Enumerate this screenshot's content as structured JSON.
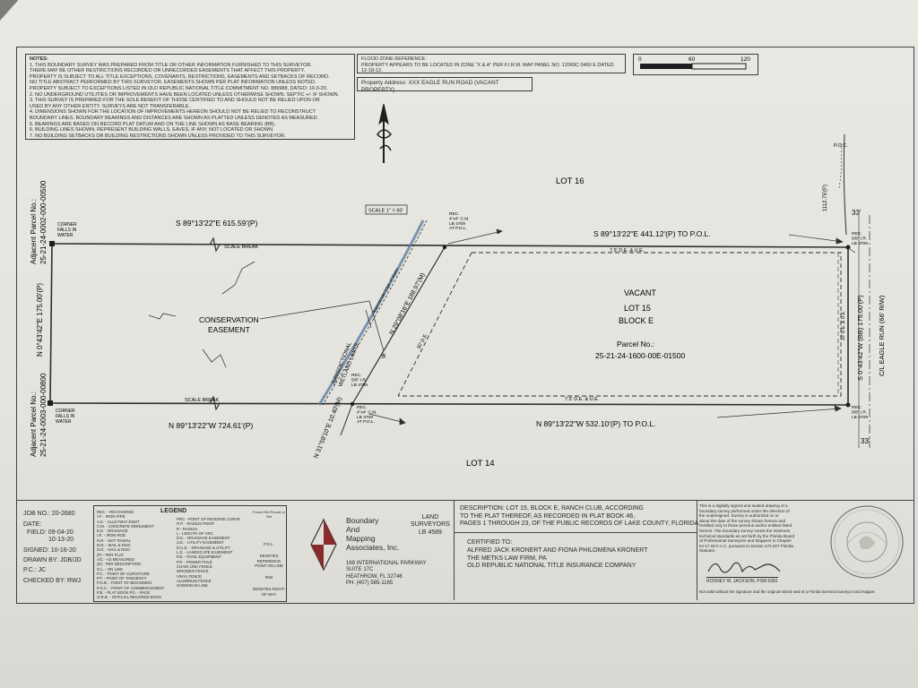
{
  "notes": {
    "heading": "NOTES:",
    "lines": [
      "1. THIS BOUNDARY SURVEY WAS PREPARED FROM TITLE OR OTHER INFORMATION FURNISHED TO THIS SURVEYOR.",
      "THERE MAY BE OTHER RESTRICTIONS RECORDED OR UNRECORDED EASEMENTS THAT AFFECT THIS PROPERTY.",
      "PROPERTY IS SUBJECT TO ALL TITLE EXCEPTIONS, COVENANTS, RESTRICTIONS, EASEMENTS AND SETBACKS OF RECORD.",
      "NO TITLE ABSTRACT PERFORMED BY THIS SURVEYOR. EASEMENTS SHOWN PER PLAT INFORMATION UNLESS NOTED.",
      "PROPERTY SUBJECT TO EXCEPTIONS LISTED IN OLD REPUBLIC NATIONAL TITLE COMMITMENT NO. 889988, DATED: 10-3-20.",
      "2. NO UNDERGROUND UTILITIES OR IMPROVEMENTS HAVE BEEN LOCATED UNLESS OTHERWISE SHOWN. SEPTIC +/- IF SHOWN.",
      "3. THIS SURVEY IS PREPARED FOR THE SOLE BENEFIT OF THOSE CERTIFIED TO AND SHOULD NOT BE RELIED UPON OR",
      "USED BY ANY OTHER ENTITY. SURVEYS ARE NOT TRANSFERABLE.",
      "4. DIMENSIONS SHOWN FOR THE LOCATION OF IMPROVEMENTS HEREON SHOULD NOT BE RELIED TO RECONSTRUCT",
      "BOUNDARY LINES. BOUNDARY BEARINGS AND DISTANCES ARE SHOWN AS PLATTED UNLESS DENOTED AS MEASURED.",
      "5. BEARINGS ARE BASED ON RECORD PLAT DATUM AND ON THE LINE SHOWN AS BASE BEARING (BB).",
      "6. BUILDING LINES SHOWN, REPRESENT BUILDING WALLS, EAVES, IF ANY, NOT LOCATED OR SHOWN.",
      "7. NO BUILDING SETBACKS OR BUILDING RESTRICTIONS SHOWN UNLESS PROVIDED TO THIS SURVEYOR."
    ]
  },
  "flood": {
    "heading": "FLOOD ZONE REFERENCE:",
    "text": "PROPERTY APPEARS TO BE LOCATED IN ZONE \"X & A\" PER F.I.R.M. MAP PANEL NO. 12069C 0460 E DATED 12-18-12."
  },
  "address": "Property Address: XXX EAGLE RUN ROAD (VACANT PROPERTY)",
  "scalebar": {
    "ticks": [
      "0",
      "60",
      "120"
    ]
  },
  "scale_label": "SCALE 1\" = 60'",
  "lots": {
    "north": "LOT 16",
    "south": "LOT 14"
  },
  "parcel": {
    "status": "VACANT",
    "lot": "LOT 15",
    "block": "BLOCK E",
    "parcel_label": "Parcel No.:",
    "parcel_no": "25-21-24-1600-00E-01500"
  },
  "adjacent": {
    "north_label": "Adjacent Parcel No.:",
    "north_no": "25-21-24-0002-000-00500",
    "south_label": "Adjacent Parcel No.:",
    "south_no": "25-21-24-0003-000-00800",
    "corner_note_n": "CORNER FALLS IN WATER",
    "corner_note_s": "CORNER FALLS IN WATER"
  },
  "bearings": {
    "north_west": "S 89°13'22\"E  615.59'(P)",
    "north_east": "S 89°13'22\"E  441.12'(P)  TO P.O.L.",
    "south_west": "N 89°13'22\"W  724.61'(P)",
    "south_east": "N 89°13'22\"W  532.10'(P)  TO P.O.L.",
    "west": "N 0°43'42\"E  175.00'(P)",
    "east": "S 0°43'42\"W (BB) 175.00'(P)",
    "diag": "N 29°08'16\"E  188.97'(M)",
    "tie": "N 31°59'10\"E  10.40'(M)",
    "road": "C/L EAGLE RUN (66' R/W)",
    "east_offset": "1112.75'(P)",
    "poc": "P.O.C."
  },
  "labels": {
    "scale_break_n": "SCALE BREAK",
    "scale_break_s": "SCALE BREAK",
    "conservation": [
      "CONSERVATION",
      "EASEMENT"
    ],
    "wetland": [
      "JURISDICTIONAL",
      "WETLAND LIMITS"
    ],
    "wetland_line": "Approximate Edge of Water",
    "due_n": "7.5' D.E. & U.E.",
    "due_s": "7.5' D.E. & U.E.",
    "de30": "30' D.E.",
    "due_e": "10' D.E. & U.E.",
    "w_label": "W",
    "road_33_n": "33'",
    "road_33_s": "33'"
  },
  "monuments": {
    "nw_rec": [
      "REC.",
      "4\"x4\" C.M.",
      "LB 4709",
      "AT P.O.L."
    ],
    "sw_rec": [
      "REC.",
      "4\"x4\" C.M.",
      "LB 4709",
      "AT P.O.L."
    ],
    "mid_rec": [
      "REC.",
      "5/8\" I.R.",
      "LB 4709"
    ],
    "ne_rec": [
      "REC.",
      "5/8\" I.R.",
      "LB 4709"
    ],
    "se_rec": [
      "REC.",
      "5/8\" I.R.",
      "LB 4709"
    ]
  },
  "jobinfo": {
    "job": "JOB NO.: 20-2680",
    "date_label": "DATE:",
    "field": "FIELD: 09-04-20",
    "field2": "10-13-20",
    "signed": "SIGNED: 10-16-20",
    "drawn": "DRAWN BY: JDB/JD",
    "pc": "P.C.: JC",
    "checked": "CHECKED BY: RWJ"
  },
  "legend": {
    "title": "LEGEND",
    "col1": [
      "REC. - RECOVERED",
      "I.P. - IRON PIPE",
      "A.E. - ALLEYWAY ESMT",
      "C.M. - CONCRETE MONUMENT",
      "D.E. - DRAINAGE",
      "I.R. - IRON ROD",
      "N.R. - NOT RADIAL",
      "M.E. - MAIL & DISC",
      "N.D. - NAIL & DISC",
      "(P) - PER PLAT",
      "A/C - AS MEASURED",
      "(D) - PER DESCRIPTION",
      "O.L. - ON LINE",
      "P.C. - POINT OF CURVATURE",
      "P.T. - POINT OF TANGENCY",
      "P.O.B. - POINT OF BEGINNING",
      "P.O.C. - POINT OF COMMENCEMENT",
      "P.B. - PLAT BOOK  PG. - PAGE",
      "O.R.B. - OFFICIAL RECORDS BOOK"
    ],
    "col2": [
      "PRC - POINT OF REVERSE CURVE",
      "R.P. - RADIUS POINT",
      "R - RADIUS",
      "L - LENGTH OF ARC",
      "D.E. - DRAINAGE EASEMENT",
      "U.E. - UTILITY EASEMENT",
      "D.U.E. - DRAINAGE & UTILITY",
      "L.E. - LANDSCAPE EASEMENT",
      "P.E. - POOL EQUIPMENT",
      "P.P. - POWER POLE",
      "CHAIN LINK FENCE",
      "WOODEN FENCE",
      "VINYL FENCE",
      "ALUMINUM FENCE",
      "OVERHEAD LINE"
    ],
    "col3": [
      "P.O.L.",
      "DENOTES REFERENCE POINT ON LINE",
      "R/W",
      "DENOTES RIGHT-OF-WAY"
    ],
    "col3_top": "Found Set Pound or Set"
  },
  "company": {
    "name": [
      "Boundary",
      "And",
      "Mapping",
      "Associates, Inc."
    ],
    "role": [
      "LAND",
      "SURVEYORS",
      "LB 4589"
    ],
    "address": [
      "169 INTERNATIONAL PARKWAY",
      "SUITE 17C",
      "HEATHROW, FL 32746",
      "PH. (407) 585-1165"
    ]
  },
  "description": {
    "text": [
      "DESCRIPTION: LOT 15, BLOCK E, RANCH CLUB, ACCORDING",
      "TO THE PLAT THEREOF, AS RECORDED IN PLAT BOOK 46,",
      "PAGES 1 THROUGH 23, OF THE PUBLIC RECORDS OF LAKE COUNTY, FLORIDA."
    ],
    "cert_label": "CERTIFIED TO:",
    "cert": [
      "ALFRED JACK KRONERT AND FIONA PHILOMENA KRONERT",
      "THE METKS LAW FIRM, PA",
      "OLD REPUBLIC NATIONAL TITLE INSURANCE COMPANY"
    ]
  },
  "statement": {
    "text": [
      "This is a digitally signed and sealed drawing of a",
      "boundary survey performed under the direction of",
      "the undersigned. Survey is authorized on or",
      "about the date of the survey shown hereon and",
      "certified only to those persons and/or entities listed",
      "hereon. The boundary survey meets the minimum",
      "technical standards as set forth by the Florida Board",
      "of Professional Surveyors and Mappers in Chapter",
      "5J-17.05 F.A.C. pursuant to section 472.027 Florida",
      "Statutes."
    ],
    "surveyor": "RODNEY W. JACKSON, PSM 6381",
    "footer": "Not valid without the signature and the original raised seal of a Florida licensed surveyor and mapper."
  },
  "colors": {
    "ink": "#2e2e2e",
    "paper": "#e6e5e0",
    "water": "#5d7fa0",
    "backdrop": "#7d7c78"
  }
}
